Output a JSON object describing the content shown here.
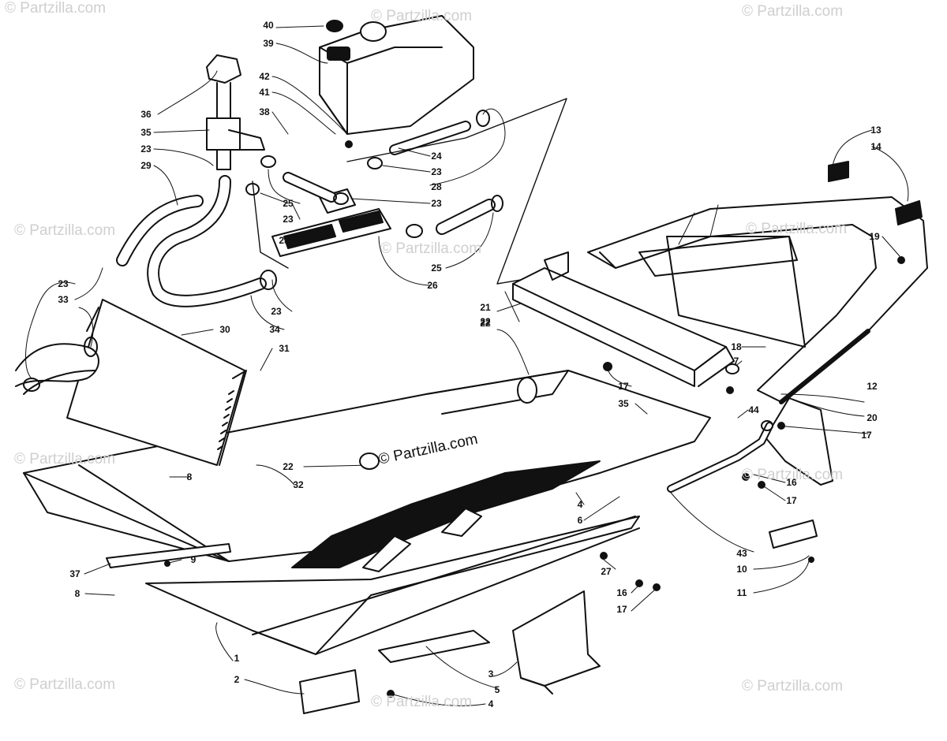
{
  "watermark": "© Partzilla.com",
  "callouts": [
    "40",
    "39",
    "36",
    "35",
    "23",
    "29",
    "42",
    "41",
    "38",
    "24",
    "23",
    "28",
    "23",
    "25",
    "23",
    "23",
    "26",
    "25",
    "23",
    "33",
    "34",
    "23",
    "30",
    "31",
    "22",
    "21",
    "22",
    "8",
    "32",
    "22",
    "9",
    "37",
    "8",
    "1",
    "2",
    "4",
    "3",
    "5",
    "27",
    "16",
    "17",
    "4",
    "6",
    "43",
    "10",
    "11",
    "16",
    "17",
    "35",
    "17",
    "7",
    "18",
    "44",
    "17",
    "12",
    "20",
    "19",
    "13",
    "14"
  ],
  "colors": {
    "ink": "#111111",
    "paper": "#ffffff",
    "watermark": "#cfcfcf"
  }
}
